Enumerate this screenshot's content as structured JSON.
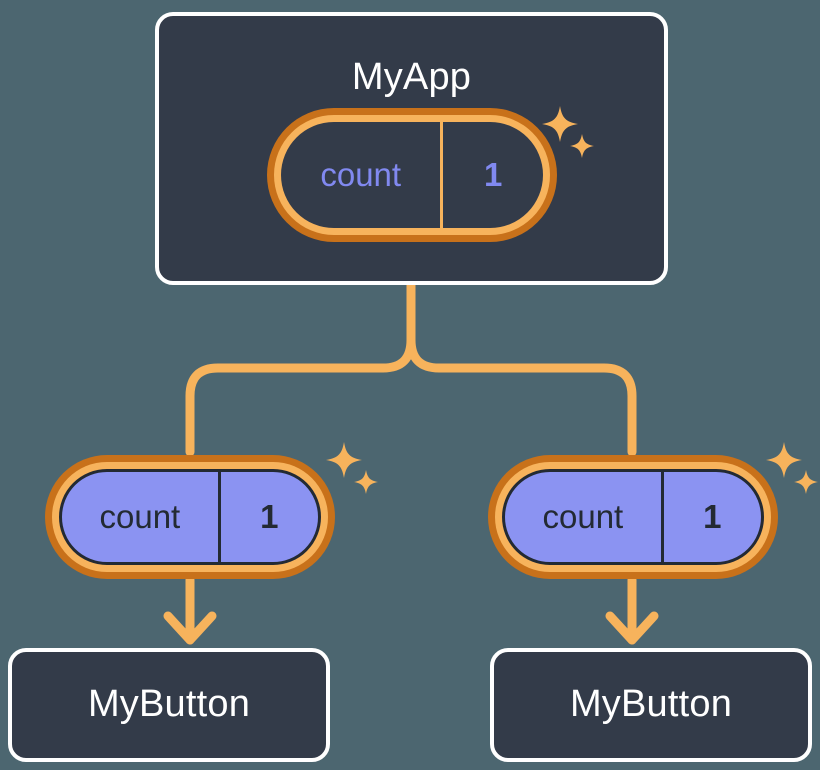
{
  "diagram": {
    "type": "component-state-tree",
    "background_color": "#4c6670",
    "palette": {
      "box_fill": "#333b49",
      "box_border": "#ffffff",
      "pill_outer_ring": "#c8711a",
      "pill_inner_ring": "#f7b35c",
      "pill_purple_fill": "#8b93f2",
      "accent_purple_text": "#8189f0",
      "dark_text": "#232a33",
      "connector": "#f7b35c",
      "sparkle": "#f7b35c"
    },
    "root": {
      "title": "MyApp",
      "state": {
        "key": "count",
        "value": "1",
        "variant": "dark",
        "sparkle": true
      }
    },
    "children": [
      {
        "state": {
          "key": "count",
          "value": "1",
          "variant": "purple",
          "sparkle": true
        },
        "title": "MyButton"
      },
      {
        "state": {
          "key": "count",
          "value": "1",
          "variant": "purple",
          "sparkle": true
        },
        "title": "MyButton"
      }
    ],
    "icons": {
      "sparkle_large": "sparkle-star-icon",
      "sparkle_small": "sparkle-star-small-icon",
      "arrow": "down-arrow-icon",
      "branch": "branch-connector-icon"
    }
  }
}
